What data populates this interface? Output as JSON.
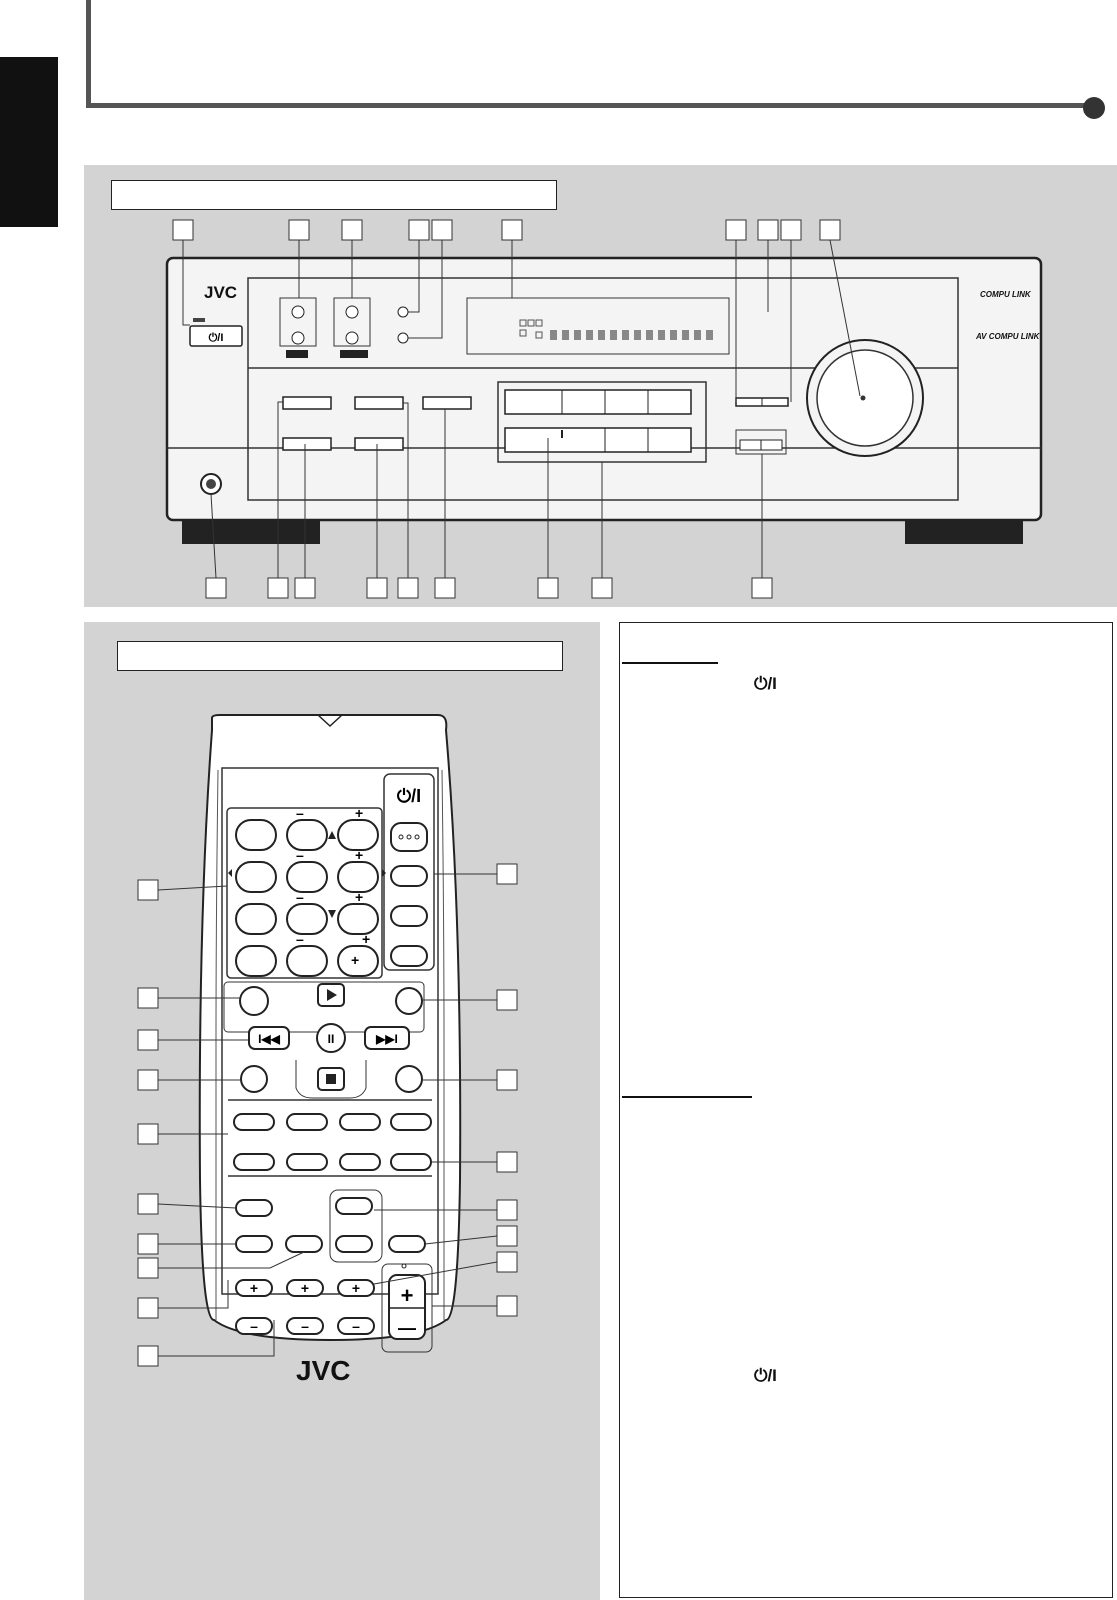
{
  "front_panel": {
    "brand": "JVC",
    "compu_link_1": "COMPU LINK",
    "compu_link_2": "AV COMPU LINK"
  },
  "remote": {
    "brand": "JVC"
  },
  "symbols": {
    "power": "⏻/I"
  },
  "colors": {
    "panel_gray": "#d3d3d3",
    "frame_dark": "#555555"
  }
}
